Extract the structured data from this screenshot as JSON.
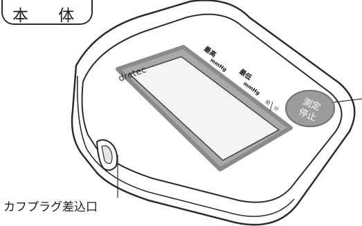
{
  "title": "本 体",
  "brand": "dretec",
  "display": {
    "systolic": {
      "kanji": "最高",
      "unit": "mmHg"
    },
    "diastolic": {
      "kanji": "最低",
      "unit": "mmHg"
    },
    "pulse": {
      "top": "拍",
      "bottom": "分"
    }
  },
  "button": {
    "line1": "測定",
    "line2": "停止"
  },
  "callouts": {
    "cuff_port": "カフプラグ差込口"
  },
  "colors": {
    "outline": "#2b2b2b",
    "screen_frame": "#a9a9a9",
    "screen": "#f4f4f4",
    "button": "#9c9c9c"
  }
}
